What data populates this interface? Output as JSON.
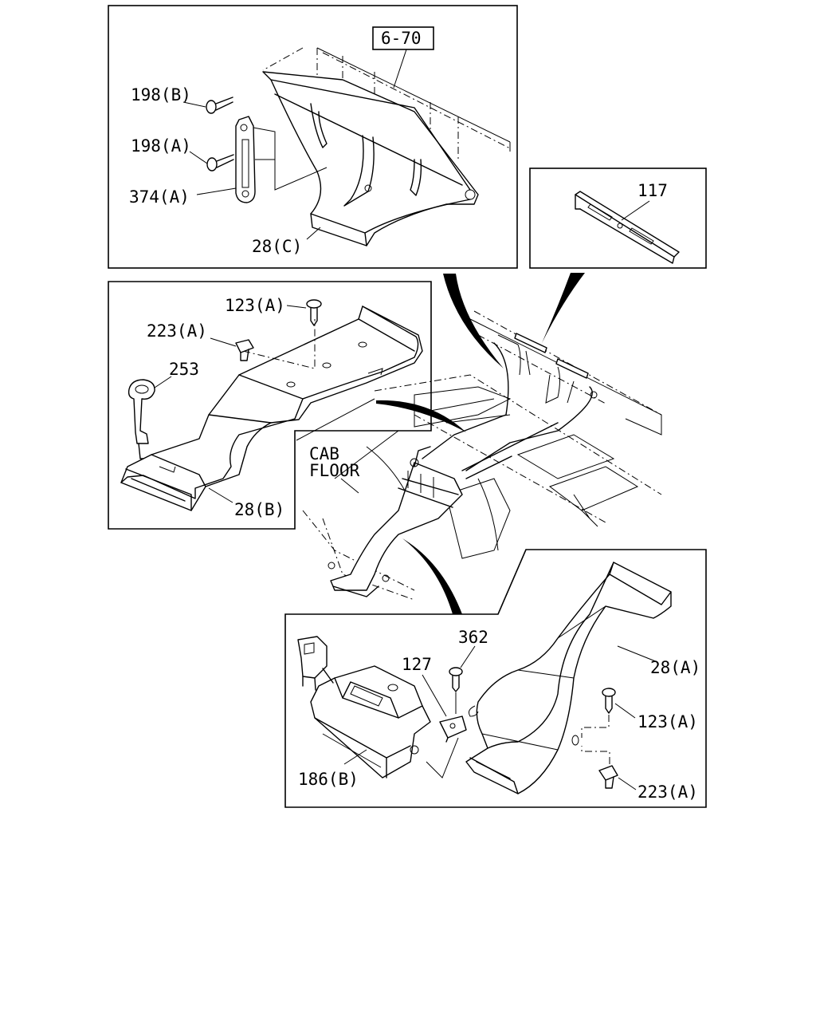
{
  "callouts": {
    "ref_6_70": "6-70",
    "p198b": "198(B)",
    "p198a": "198(A)",
    "p374a": "374(A)",
    "p28c": "28(C)",
    "p117": "117",
    "p123a_top": "123(A)",
    "p223a_top": "223(A)",
    "p253": "253",
    "p28b": "28(B)",
    "cab": "CAB",
    "floor": "FLOOR",
    "p362": "362",
    "p127": "127",
    "p28a": "28(A)",
    "p123a_bot": "123(A)",
    "p223a_bot": "223(A)",
    "p186b": "186(B)"
  }
}
